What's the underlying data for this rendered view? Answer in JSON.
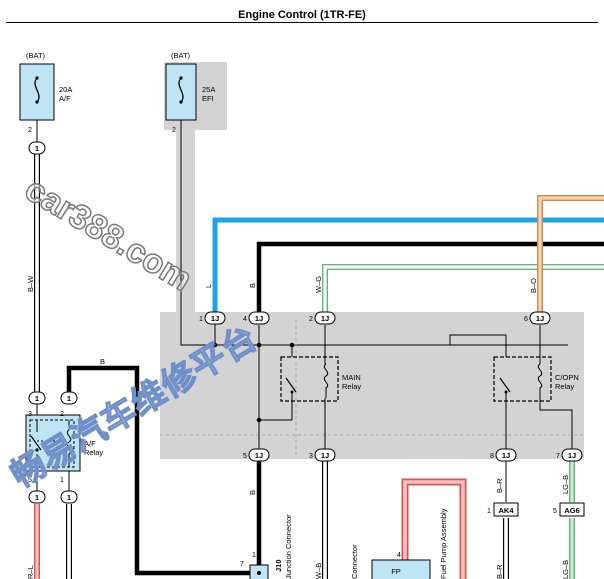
{
  "header": {
    "title": "Engine Control (1TR-FE)"
  },
  "fuses": [
    {
      "id": "fuse-af",
      "source": "(BAT)",
      "rating": "20A",
      "name": "A/F",
      "pin": "2"
    },
    {
      "id": "fuse-efi",
      "source": "(BAT)",
      "rating": "25A",
      "name": "EFI",
      "pin": "2"
    }
  ],
  "relays": {
    "af": {
      "name": "A/F",
      "type": "Relay"
    },
    "main": {
      "name": "MAIN",
      "type": "Relay"
    },
    "copn": {
      "name": "C/OPN",
      "type": "Relay"
    }
  },
  "connectors": {
    "c1_top": "1",
    "c1_mid": "1",
    "c1_bot": "1",
    "c1_right_mid": "1",
    "c1_right_bot": "1",
    "j4": "1J",
    "j2": "1J",
    "j6": "1J",
    "j1": "1J",
    "j5": "1J",
    "j3": "1J",
    "j8": "1J",
    "j7": "1J",
    "ak4": "AK4",
    "ag6": "AG6",
    "fp": "FP"
  },
  "pins": {
    "af_pin3": "3",
    "af_pin2": "2",
    "af_pin5": "5",
    "af_pin1": "1",
    "j4": "4",
    "j2": "2",
    "j6": "6",
    "j1": "1",
    "j5": "5",
    "j3": "3",
    "j8": "8",
    "j7": "7",
    "ak4": "1",
    "ag6": "5",
    "fp": "4",
    "jc7": "7",
    "jc1": "1"
  },
  "wire_labels": {
    "bw": "B–W",
    "l": "L",
    "b_top": "B",
    "wg": "W–G",
    "bo": "B–O",
    "b_relay": "B",
    "b_lower": "B",
    "wb": "W–B",
    "br": "B–R",
    "lgb": "LG–B",
    "lgb2": "LG–B",
    "rl": "R–L",
    "br2": "B–R"
  },
  "component_texts": {
    "junction": "Junction Connector",
    "jc_num": "J10",
    "fuel_pump_assy": "Fuel Pump Assembly",
    "connector_side": "Connector"
  },
  "watermarks": {
    "latin": "car388.com",
    "chinese": "畅易汽车维修平台"
  },
  "colors": {
    "wire_blue": "#1aa3e6",
    "wire_black": "#000000",
    "wire_orange": "#e8a870",
    "wire_green": "#5fb87a",
    "wire_red": "#d9534f",
    "component_fill": "#bfe4f5",
    "shade": "#d3d3d3"
  }
}
